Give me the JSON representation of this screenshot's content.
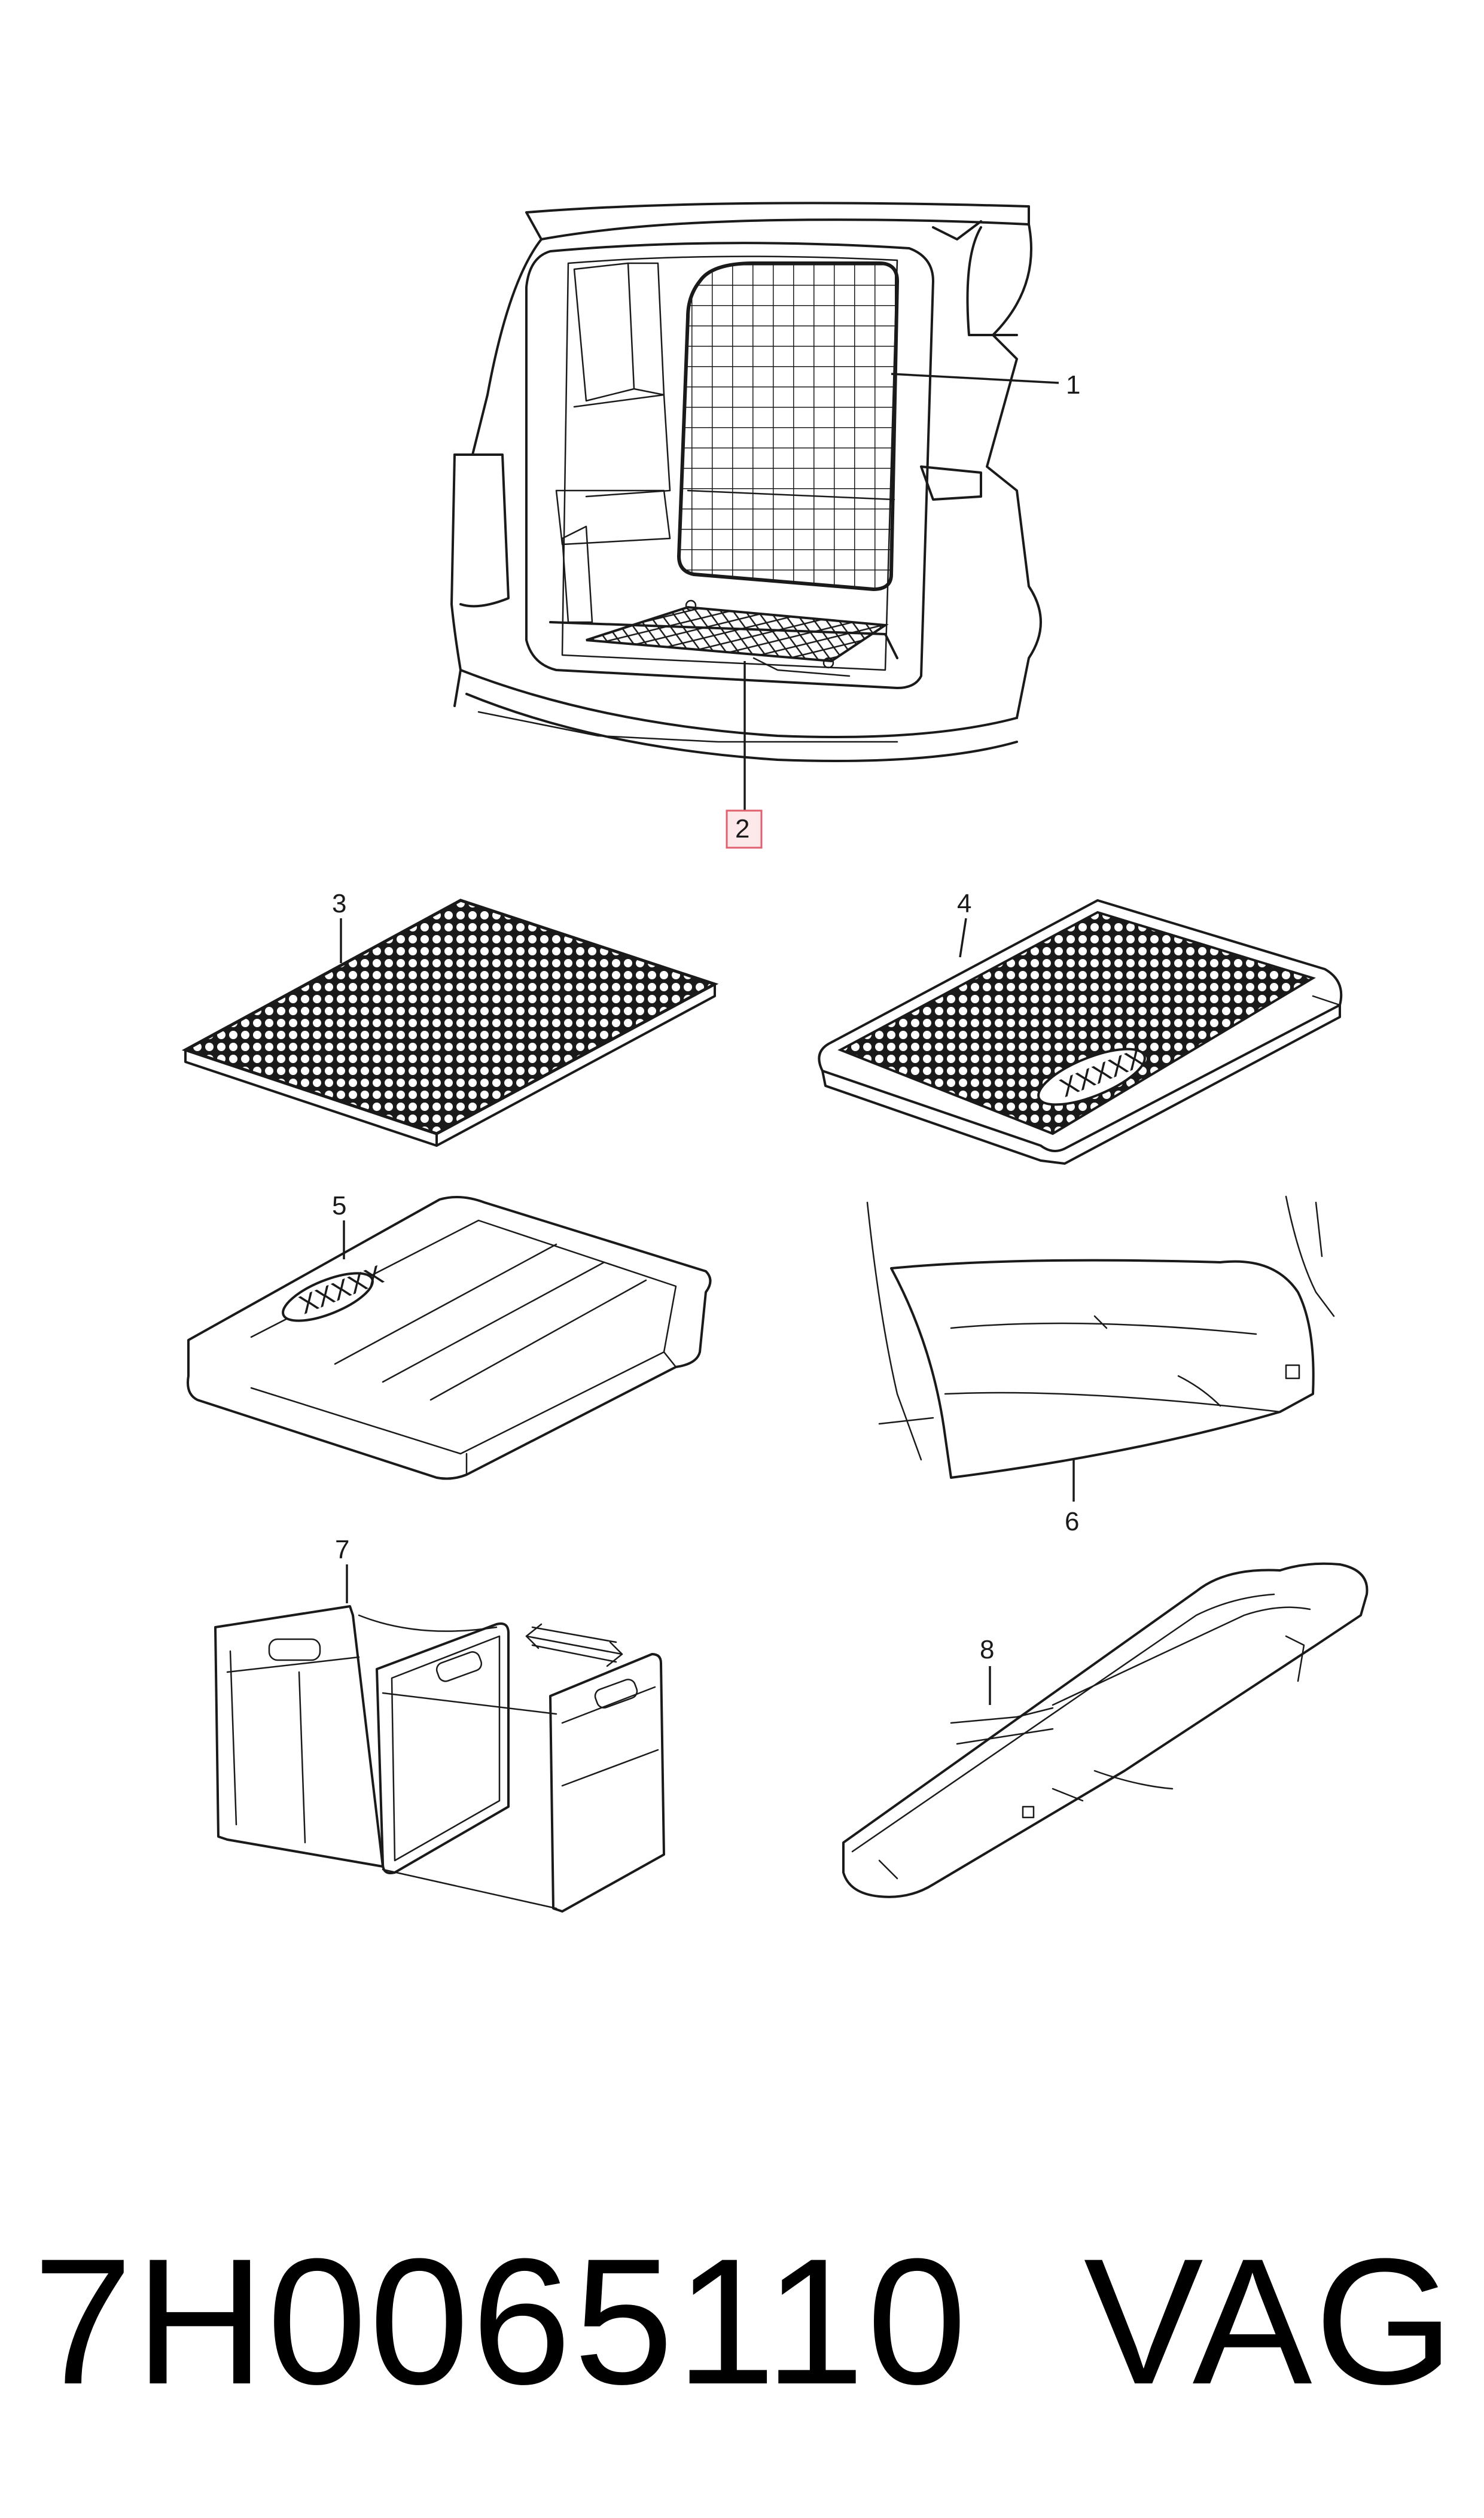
{
  "callouts": {
    "c1": "1",
    "c2": "2",
    "c3": "3",
    "c4": "4",
    "c5": "5",
    "c6": "6",
    "c7": "7",
    "c8": "8"
  },
  "mat_logo_text": "XXXXX",
  "tray_logo_text": "XXXXX",
  "footer": {
    "part_number": "7H0065110",
    "brand": "VAG"
  },
  "colors": {
    "line": "#1a1a1a",
    "highlight_fill": "#fde8ea",
    "highlight_stroke": "#e06070"
  }
}
